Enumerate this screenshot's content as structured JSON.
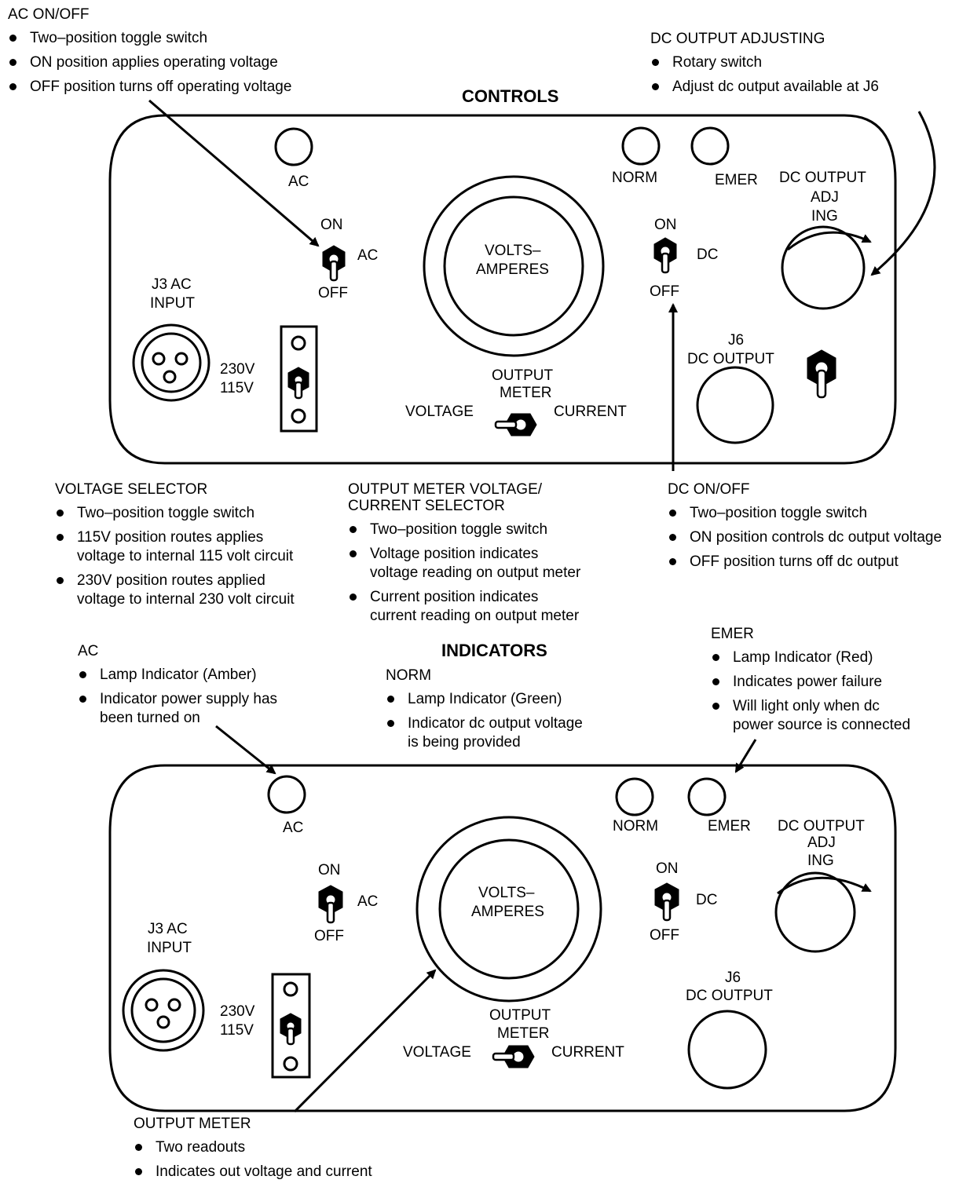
{
  "controls_title": "CONTROLS",
  "indicators_title": "INDICATORS",
  "panel": {
    "ac": "AC",
    "norm": "NORM",
    "emer": "EMER",
    "on": "ON",
    "off": "OFF",
    "ac_switch": "AC",
    "dc_switch": "DC",
    "meter_line1": "VOLTS–",
    "meter_line2": "AMPERES",
    "dc_adj_line1": "DC OUTPUT",
    "dc_adj_line2": "ADJ",
    "dc_adj_line3": "ING",
    "j3_line1": "J3 AC",
    "j3_line2": "INPUT",
    "v230": "230V",
    "v115": "115V",
    "j6_line1": "J6",
    "j6_line2": "DC OUTPUT",
    "output_meter_line1": "OUTPUT",
    "output_meter_line2": "METER",
    "voltage": "VOLTAGE",
    "current": "CURRENT"
  },
  "controls_callouts": {
    "ac_onoff": {
      "heading": "AC ON/OFF",
      "items": [
        "Two–position toggle switch",
        "ON position applies operating voltage",
        "OFF position turns off operating voltage"
      ]
    },
    "dc_output_adjusting": {
      "heading": "DC OUTPUT ADJUSTING",
      "items": [
        "Rotary switch",
        "Adjust dc output available at J6"
      ]
    },
    "voltage_selector": {
      "heading": "VOLTAGE SELECTOR",
      "items": [
        "Two–position toggle switch",
        "115V position routes applies\nvoltage to internal 115 volt circuit",
        "230V position routes applied\nvoltage to internal 230 volt circuit"
      ]
    },
    "output_meter_selector": {
      "heading_line1": "OUTPUT METER VOLTAGE/",
      "heading_line2": "CURRENT SELECTOR",
      "items": [
        "Two–position toggle switch",
        "Voltage position indicates\nvoltage reading on output meter",
        "Current position indicates\ncurrent reading on output meter"
      ]
    },
    "dc_onoff": {
      "heading": "DC ON/OFF",
      "items": [
        "Two–position toggle switch",
        "ON position controls dc output voltage",
        "OFF position turns off dc output"
      ]
    }
  },
  "indicator_callouts": {
    "ac": {
      "heading": "AC",
      "items": [
        "Lamp Indicator (Amber)",
        "Indicator power supply has\nbeen turned on"
      ]
    },
    "norm": {
      "heading": "NORM",
      "items": [
        "Lamp Indicator (Green)",
        "Indicator dc output voltage\nis being provided"
      ]
    },
    "emer": {
      "heading": "EMER",
      "items": [
        "Lamp Indicator (Red)",
        "Indicates power failure",
        "Will light only when dc\npower source is connected"
      ]
    },
    "output_meter": {
      "heading": "OUTPUT METER",
      "items": [
        "Two readouts",
        "Indicates out voltage and current"
      ]
    }
  }
}
